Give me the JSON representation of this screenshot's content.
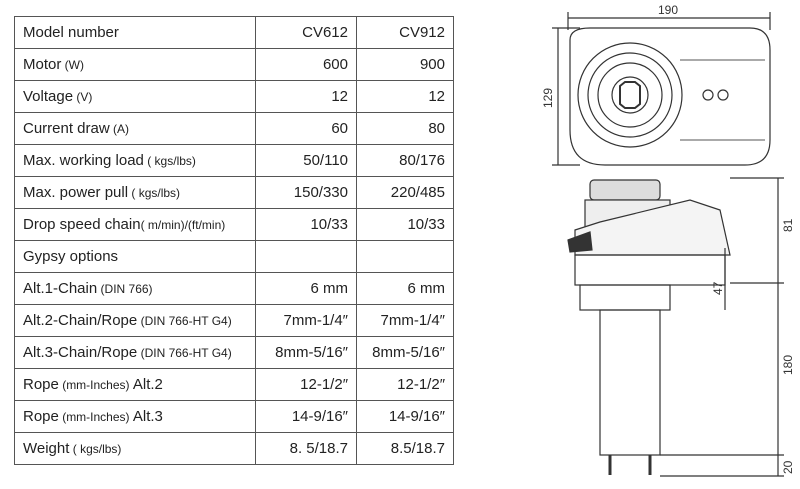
{
  "spec_table": {
    "rows": [
      {
        "label": "Model number",
        "unit": "",
        "cv612": "CV612",
        "cv912": "CV912"
      },
      {
        "label": "Motor",
        "unit": " (W)",
        "cv612": "600",
        "cv912": "900"
      },
      {
        "label": "Voltage",
        "unit": " (V)",
        "cv612": "12",
        "cv912": "12"
      },
      {
        "label": "Current draw",
        "unit": " (A)",
        "cv612": "60",
        "cv912": "80"
      },
      {
        "label": "Max. working load",
        "unit": " ( kgs/lbs)",
        "cv612": "50/110",
        "cv912": "80/176"
      },
      {
        "label": "Max. power pull",
        "unit": " ( kgs/lbs)",
        "cv612": "150/330",
        "cv912": "220/485"
      },
      {
        "label": "Drop speed chain",
        "unit": "( m/min)/(ft/min)",
        "cv612": "10/33",
        "cv912": "10/33"
      },
      {
        "label": "Gypsy options",
        "unit": "",
        "cv612": "",
        "cv912": ""
      },
      {
        "label": "Alt.1-Chain",
        "unit": " (DIN 766)",
        "cv612": "6 mm",
        "cv912": "6 mm"
      },
      {
        "label": "Alt.2-Chain/Rope",
        "unit": " (DIN 766-HT G4)",
        "cv612": "7mm-1/4″",
        "cv912": "7mm-1/4″"
      },
      {
        "label": "Alt.3-Chain/Rope",
        "unit": " (DIN 766-HT G4)",
        "cv612": "8mm-5/16″",
        "cv912": "8mm-5/16″"
      },
      {
        "label": "Rope",
        "unit": " (mm-Inches) ",
        "suffix": " Alt.2",
        "cv612": "12-1/2″",
        "cv912": "12-1/2″"
      },
      {
        "label": "Rope",
        "unit": " (mm-Inches) ",
        "suffix": " Alt.3",
        "cv612": "14-9/16″",
        "cv912": "14-9/16″"
      },
      {
        "label": "Weight",
        "unit": " ( kgs/lbs)",
        "cv612": "8. 5/18.7",
        "cv912": "8.5/18.7"
      }
    ]
  },
  "drawing": {
    "dim_width": "190",
    "dim_height_top": "129",
    "dim_upper": "81",
    "dim_gypsy": "47",
    "dim_motor": "180",
    "dim_studs": "20"
  }
}
